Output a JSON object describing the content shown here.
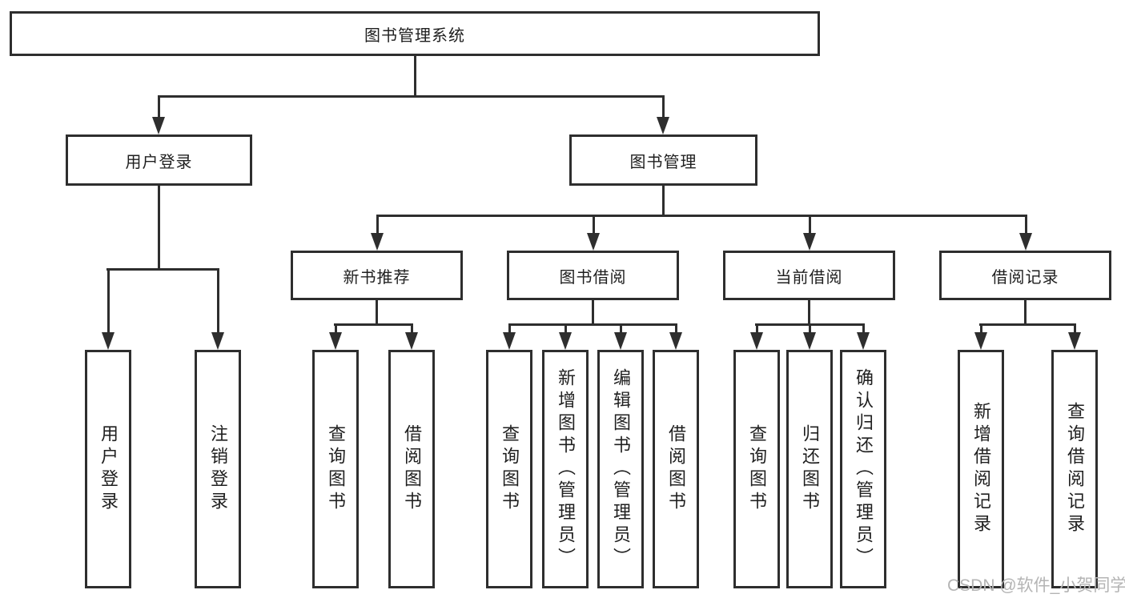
{
  "tree": {
    "label": "图书管理系统",
    "children": [
      {
        "label": "用户登录",
        "children": [
          {
            "label": "用户登录"
          },
          {
            "label": "注销登录"
          }
        ]
      },
      {
        "label": "图书管理",
        "children": [
          {
            "label": "新书推荐",
            "children": [
              {
                "label": "查询图书"
              },
              {
                "label": "借阅图书"
              }
            ]
          },
          {
            "label": "图书借阅",
            "children": [
              {
                "label": "查询图书"
              },
              {
                "label": "新增图书（管理员）"
              },
              {
                "label": "编辑图书（管理员）"
              },
              {
                "label": "借阅图书"
              }
            ]
          },
          {
            "label": "当前借阅",
            "children": [
              {
                "label": "查询图书"
              },
              {
                "label": "归还图书"
              },
              {
                "label": "确认归还（管理员）"
              }
            ]
          },
          {
            "label": "借阅记录",
            "children": [
              {
                "label": "新增借阅记录"
              },
              {
                "label": "查询借阅记录"
              }
            ]
          }
        ]
      }
    ]
  },
  "watermark": "CSDN @软件_小贺同学",
  "colors": {
    "line": "#2e2e2e",
    "background": "#ffffff",
    "watermark": "#b4b4b4"
  }
}
